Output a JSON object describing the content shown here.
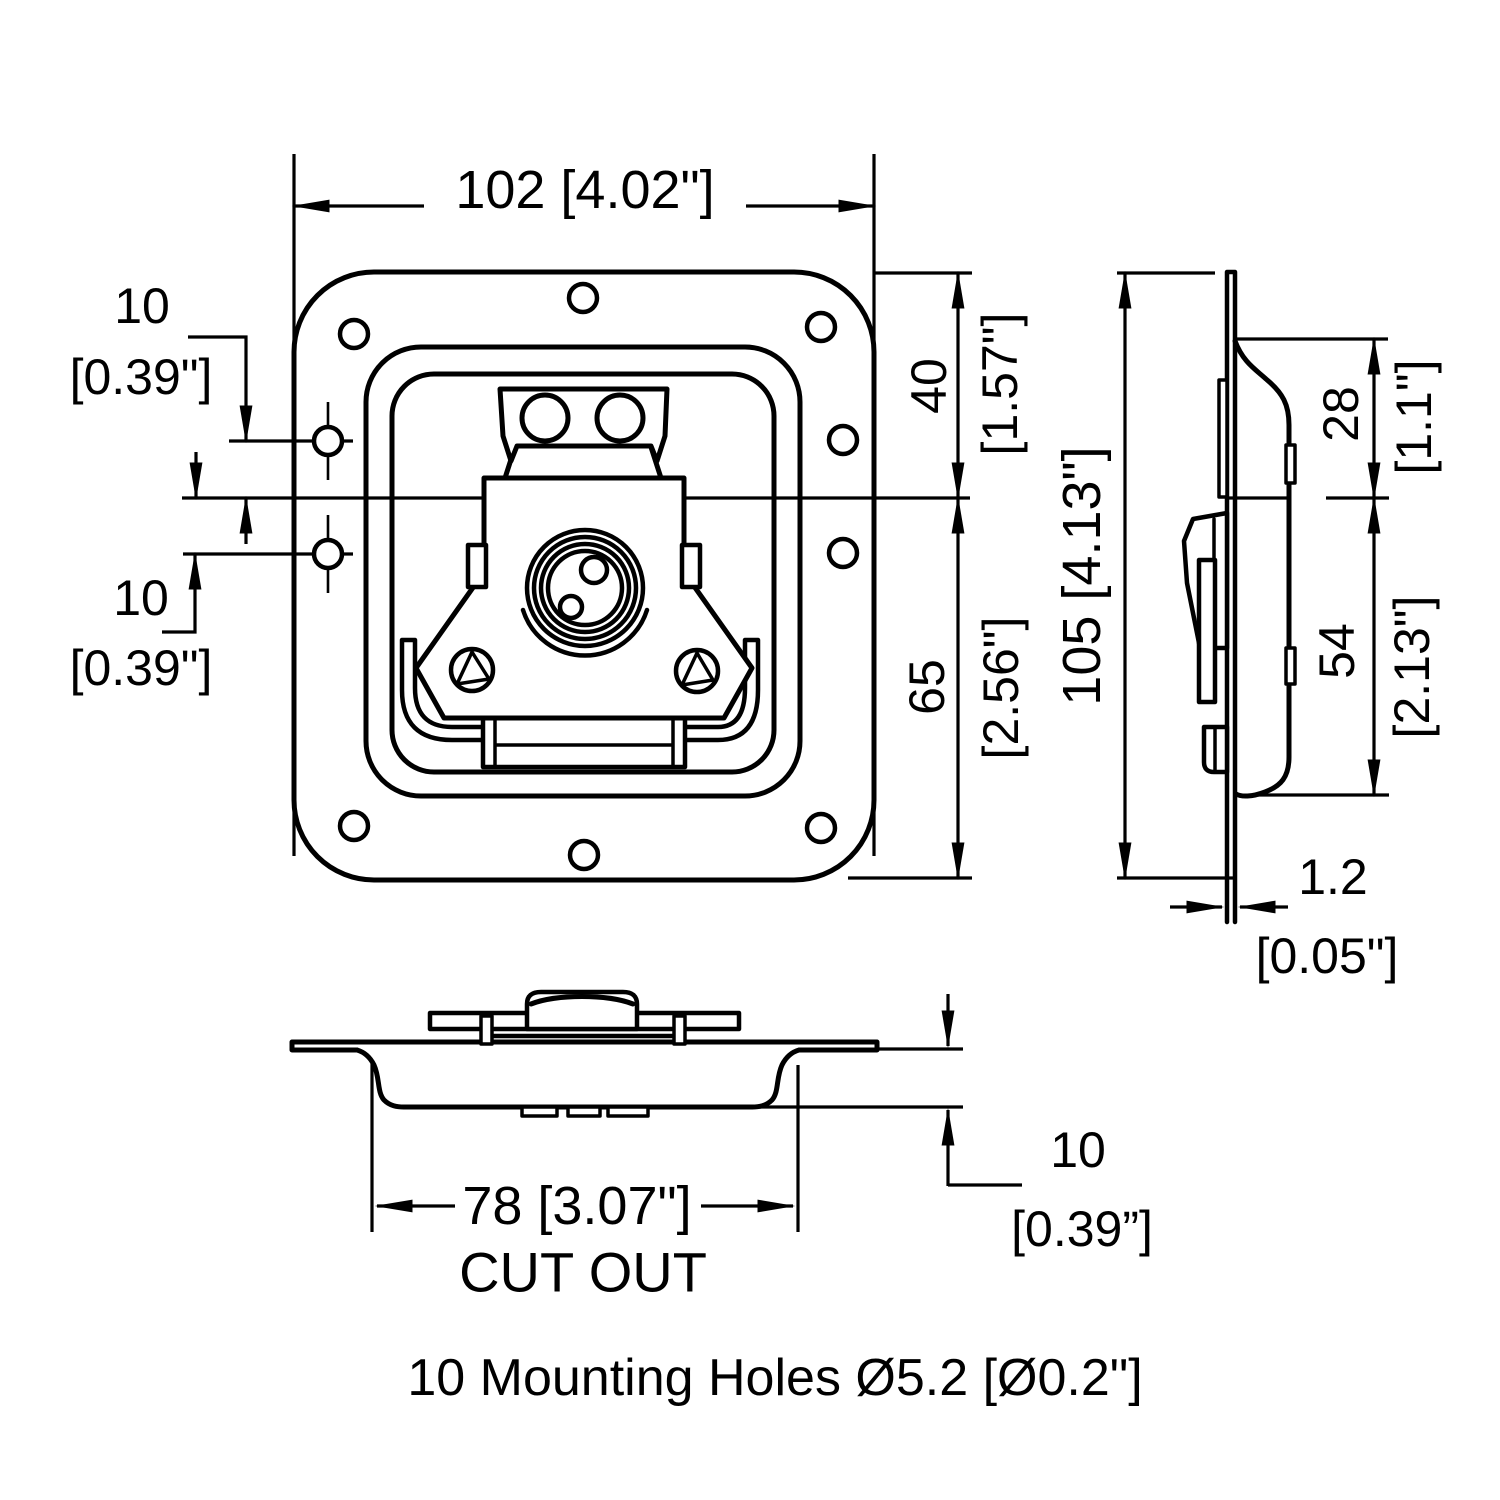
{
  "drawing": {
    "type": "technical-drawing",
    "subject": "recessed butterfly latch with three orthographic views",
    "colors": {
      "line": "#000000",
      "background": "#ffffff"
    },
    "note": "10 Mounting Holes Ø5.2 [Ø0.2\"]",
    "cut_out_label": "CUT OUT",
    "dimensions": {
      "overall_width": "102 [4.02\"]",
      "hole_offset_upper_mm": "10",
      "hole_offset_upper_in": "[0.39\"]",
      "hole_offset_lower_mm": "10",
      "hole_offset_lower_in": "[0.39\"]",
      "top_to_centerline_mm": "40",
      "top_to_centerline_in": "[1.57\"]",
      "centerline_to_bottom_mm": "65",
      "centerline_to_bottom_in": "[2.56\"]",
      "overall_height": "105 [4.13\"]",
      "recess_top_mm": "28",
      "recess_top_in": "[1.1\"]",
      "recess_bottom_mm": "54",
      "recess_bottom_in": "[2.13\"]",
      "thickness_mm": "1.2",
      "thickness_in": "[0.05\"]",
      "cutout_width": "78 [3.07\"]",
      "recess_depth_mm": "10",
      "recess_depth_in": "[0.39”]"
    }
  }
}
